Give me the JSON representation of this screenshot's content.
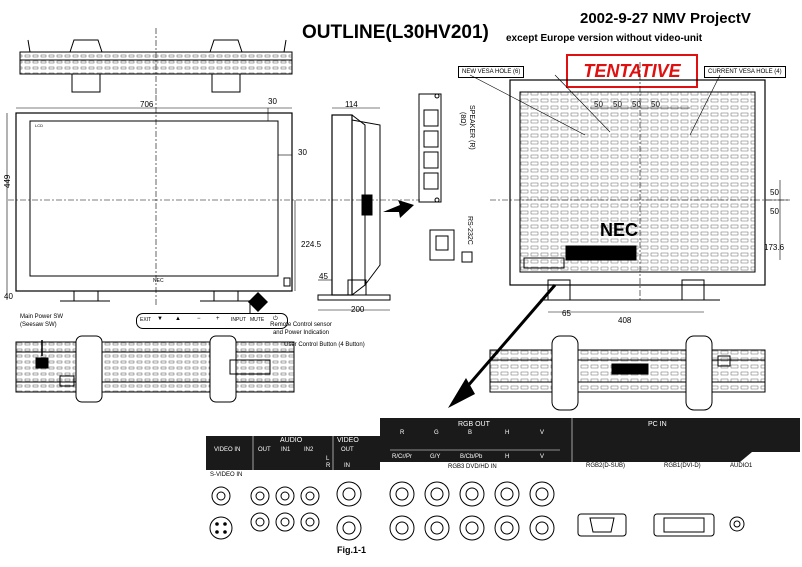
{
  "header": {
    "date_project": "2002-9-27 NMV ProjectV",
    "title": "OUTLINE(L30HV201)",
    "subtitle": "except Europe version without video-unit",
    "tentative": "TENTATIVE"
  },
  "dimensions": {
    "width": "706",
    "height": "449",
    "bezel_top": "30",
    "bezel_side": "30",
    "center": "224.5",
    "bottom": "40",
    "depth": "114",
    "stand_offset": "45",
    "stand_width": "200",
    "vesa_spacing": [
      "50",
      "50",
      "50",
      "50"
    ],
    "vesa_vertical_1": "50",
    "vesa_vertical_2": "50",
    "rear_center": "173.6",
    "rear_stand_offset": "65",
    "rear_stand_width": "408"
  },
  "callouts": {
    "new_vesa": "NEW VESA HOLE (6)",
    "current_vesa": "CURRENT VESA HOLE (4)",
    "main_power": "Main Power SW (Seesaw SW)",
    "remote_sensor": "Remote Control sensor and Power Indication",
    "user_control": "User Control Button (4 Button)"
  },
  "front_buttons": [
    "EXIT",
    "▼",
    "▲",
    "−",
    "+",
    "INPUT",
    "MUTE",
    "⏻"
  ],
  "side_labels": {
    "speaker": "SPEAKER (R)",
    "speaker2": "(8Ω)",
    "rs232": "RS-232C"
  },
  "front_logo": "NEC",
  "panel_video": {
    "audio_header": "AUDIO",
    "video_header": "VIDEO",
    "video_in": "VIDEO IN",
    "svideo_in": "S-VIDEO IN",
    "out": "OUT",
    "in1": "IN1",
    "in2": "IN2",
    "in": "IN",
    "l": "L",
    "r": "R"
  },
  "panel_rgb": {
    "rgb_out": "RGB OUT",
    "rgb_in": "RGB3 DVD/HD IN",
    "r": "R",
    "g": "G",
    "b": "B",
    "h": "H",
    "v": "V",
    "rcr": "R/Cr/Pr",
    "gy": "G/Y",
    "bcb": "B/Cb/Pb"
  },
  "panel_pc": {
    "pc_in": "PC IN",
    "rgb2": "RGB2(D-SUB)",
    "rgb1": "RGB1(DVI-D)",
    "audio1": "AUDIO1"
  },
  "figure_label": "Fig.1-1"
}
